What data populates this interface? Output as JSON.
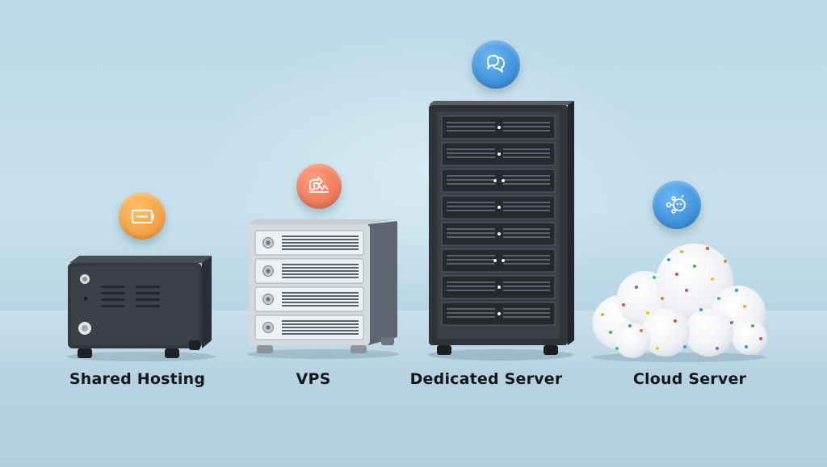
{
  "scene": {
    "background_color": "#c2dce9",
    "accent_colors": {
      "orange_badge": "#f4a245",
      "coral_badge": "#ee7a5c",
      "blue_badge": "#3f93dc"
    }
  },
  "products": [
    {
      "label": "Shared Hosting",
      "icon": "battery-icon"
    },
    {
      "label": "VPS",
      "icon": "network-icon"
    },
    {
      "label": "Dedicated Server",
      "icon": "chat-bubbles-icon"
    },
    {
      "label": "Cloud Server",
      "icon": "cloud-network-icon"
    }
  ]
}
